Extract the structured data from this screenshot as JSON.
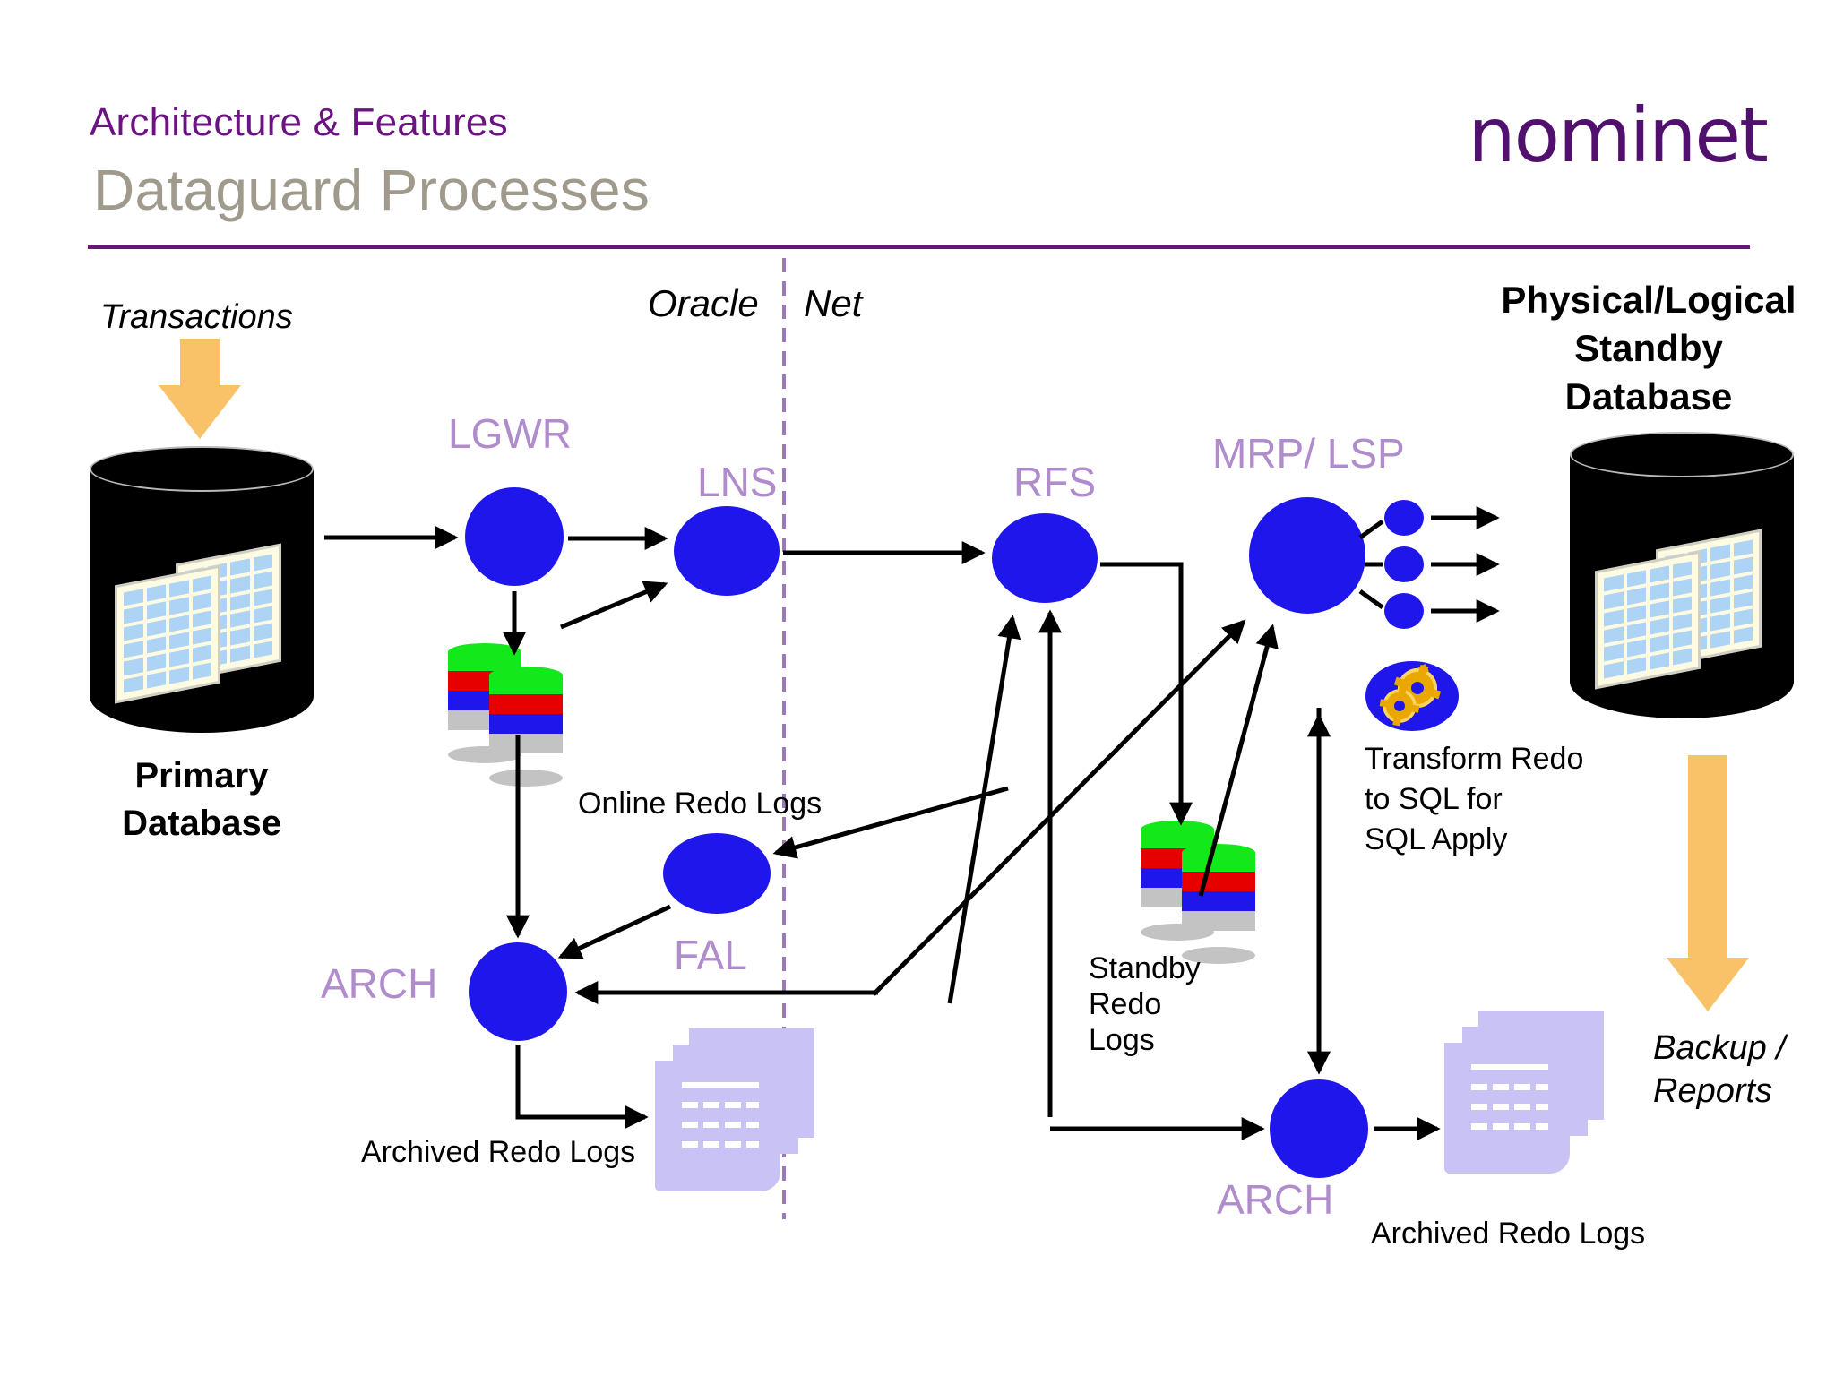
{
  "header": {
    "kicker": "Architecture & Features",
    "title": "Dataguard Processes",
    "logo": "nominet",
    "rule_color": "#6b1380",
    "title_color": "#a09a8c",
    "kicker_color": "#6b1380"
  },
  "diagram": {
    "network_label_left": "Oracle",
    "network_label_right": "Net",
    "colors": {
      "process_node": "#1f16ec",
      "process_label": "#b08ccc",
      "divider": "#9e77b8",
      "arrow_fill": "#f9c168",
      "document": "#c9c2f5",
      "disk_green": "#12e81a",
      "disk_red": "#e60000",
      "disk_blue": "#1f16ec",
      "disk_grey": "#c3c3c3",
      "database_body": "#000000"
    },
    "primary": {
      "transactions_label": "Transactions",
      "db_label_line1": "Primary",
      "db_label_line2": "Database",
      "lgwr_label": "LGWR",
      "lns_label": "LNS",
      "arch_label": "ARCH",
      "fal_label": "FAL",
      "online_redo_label": "Online Redo Logs",
      "archived_redo_label": "Archived Redo Logs"
    },
    "standby": {
      "title_line1": "Physical/Logical",
      "title_line2": "Standby",
      "title_line3": "Database",
      "rfs_label": "RFS",
      "mrp_lsp_label": "MRP/ LSP",
      "arch_label": "ARCH",
      "standby_redo_label_l1": "Standby",
      "standby_redo_label_l2": "Redo",
      "standby_redo_label_l3": "Logs",
      "archived_redo_label": "Archived Redo Logs",
      "transform_l1": "Transform Redo",
      "transform_l2": "to SQL for",
      "transform_l3": "SQL Apply",
      "backup_l1": "Backup /",
      "backup_l2": "Reports"
    }
  }
}
